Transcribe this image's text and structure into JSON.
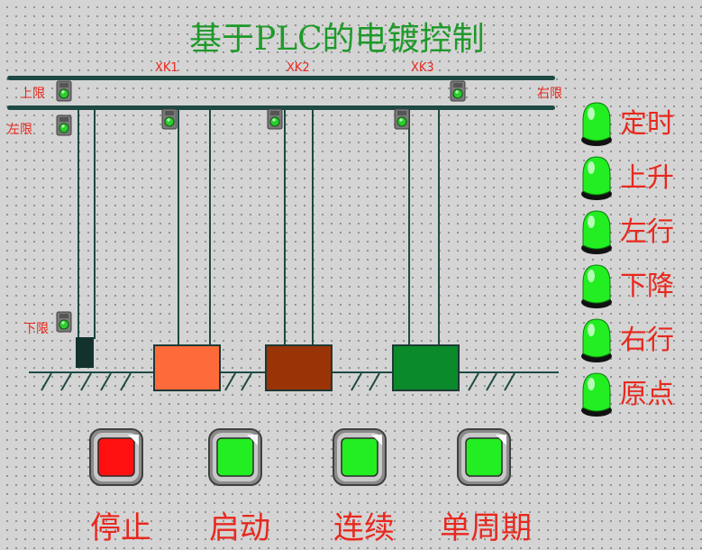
{
  "title": "基于PLC的电镀控制",
  "switches": {
    "upper_limit": "上限",
    "left_limit": "左限",
    "lower_limit": "下限",
    "right_limit": "右限",
    "xk1": "XK1",
    "xk2": "XK2",
    "xk3": "XK3"
  },
  "indicators": [
    {
      "label": "定时",
      "state": "on",
      "color": "#22ee22"
    },
    {
      "label": "上升",
      "state": "on",
      "color": "#22ee22"
    },
    {
      "label": "左行",
      "state": "on",
      "color": "#22ee22"
    },
    {
      "label": "下降",
      "state": "on",
      "color": "#22ee22"
    },
    {
      "label": "右行",
      "state": "on",
      "color": "#22ee22"
    },
    {
      "label": "原点",
      "state": "on",
      "color": "#22ee22"
    }
  ],
  "tanks": [
    {
      "color": "#ff6a3a"
    },
    {
      "color": "#9a3306"
    },
    {
      "color": "#0a8a2a"
    }
  ],
  "buttons": [
    {
      "label": "停止",
      "color": "#ff1010"
    },
    {
      "label": "启动",
      "color": "#22ee22"
    },
    {
      "label": "连续",
      "color": "#22ee22"
    },
    {
      "label": "单周期",
      "color": "#22ee22"
    }
  ]
}
